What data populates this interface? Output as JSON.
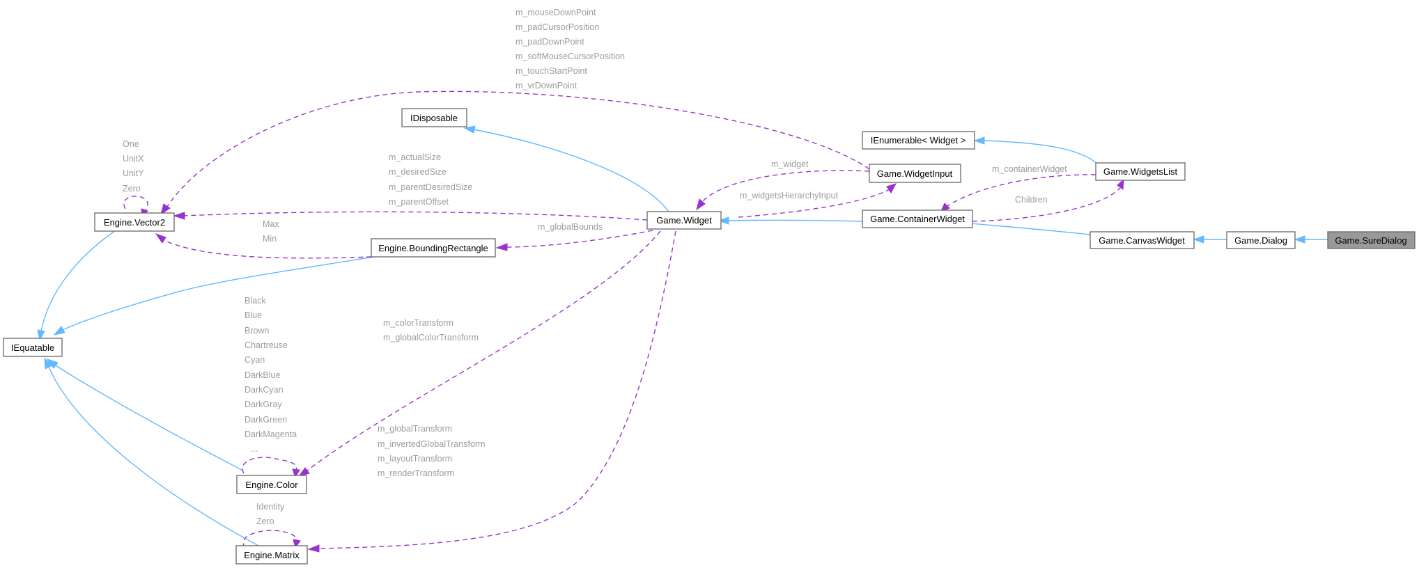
{
  "nodes": {
    "sure_dialog": "Game.SureDialog",
    "dialog": "Game.Dialog",
    "canvas_widget": "Game.CanvasWidget",
    "container_widget": "Game.ContainerWidget",
    "widget": "Game.Widget",
    "widgets_list": "Game.WidgetsList",
    "widget_input": "Game.WidgetInput",
    "ienumerable": "IEnumerable< Widget >",
    "idisposable": "IDisposable",
    "vector2": "Engine.Vector2",
    "bounding_rectangle": "Engine.BoundingRectangle",
    "iequatable": "IEquatable",
    "color": "Engine.Color",
    "matrix": "Engine.Matrix"
  },
  "edge_labels": {
    "vector2_self": [
      "One",
      "UnitX",
      "UnitY",
      "Zero"
    ],
    "widget_input_to_vector2": [
      "m_mouseDownPoint",
      "m_padCursorPosition",
      "m_padDownPoint",
      "m_softMouseCursorPosition",
      "m_touchStartPoint",
      "m_vrDownPoint"
    ],
    "widget_to_vector2": [
      "m_actualSize",
      "m_desiredSize",
      "m_parentDesiredSize",
      "m_parentOffset"
    ],
    "bounding_to_vector2": [
      "Max",
      "Min"
    ],
    "widget_to_bounding": [
      "m_globalBounds"
    ],
    "widget_input_to_widget": [
      "m_widget"
    ],
    "widget_to_widget_input": [
      "m_widgetsHierarchyInput"
    ],
    "widgets_list_to_container": [
      "m_containerWidget"
    ],
    "container_to_widgets_list": [
      "Children"
    ],
    "color_self": [
      "Black",
      "Blue",
      "Brown",
      "Chartreuse",
      "Cyan",
      "DarkBlue",
      "DarkCyan",
      "DarkGray",
      "DarkGreen",
      "DarkMagenta",
      "..."
    ],
    "widget_to_color": [
      "m_colorTransform",
      "m_globalColorTransform"
    ],
    "widget_to_matrix": [
      "m_globalTransform",
      "m_invertedGlobalTransform",
      "m_layoutTransform",
      "m_renderTransform"
    ],
    "matrix_self": [
      "Identity",
      "Zero"
    ]
  }
}
